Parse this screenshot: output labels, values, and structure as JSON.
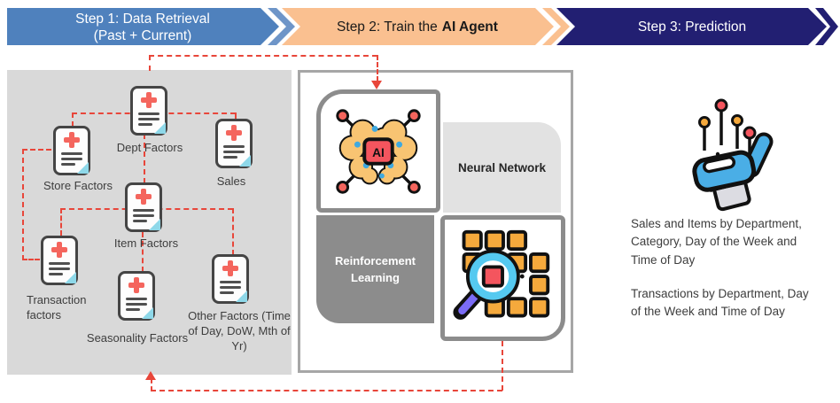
{
  "banners": {
    "step1_line1": "Step 1: Data Retrieval",
    "step1_line2": "(Past + Current)",
    "step2_prefix": "Step 2: Train the",
    "step2_bold": "AI Agent",
    "step3": "Step 3: Prediction"
  },
  "colors": {
    "step1_blue": "#4f81bd",
    "step1_tip_blue": "#6e95c8",
    "step2_orange": "#fac090",
    "step3_navy": "#221f72",
    "panel_gray": "#d9d9d9",
    "connector_red": "#e8463a",
    "reinforcement_gray": "#8c8c8c",
    "neural_label_gray": "#e2e2e2",
    "doc_cross_red": "#f4655d",
    "doc_fold_cyan": "#8ed8e9"
  },
  "retrieval": {
    "documents": [
      {
        "label": "Dept Factors"
      },
      {
        "label": "Store Factors"
      },
      {
        "label": "Sales"
      },
      {
        "label": "Item Factors"
      },
      {
        "label": "Transaction factors"
      },
      {
        "label": "Seasonality Factors"
      },
      {
        "label": "Other Factors (Time of Day, DoW, Mth of Yr)"
      }
    ]
  },
  "training": {
    "neural_network_label": "Neural Network",
    "reinforcement_label": "Reinforcement Learning",
    "ai_chip_label": "AI"
  },
  "prediction": {
    "paragraph1": "Sales and Items by Department, Category, Day of the Week and Time of Day",
    "paragraph2": "Transactions by Department, Day of the Week and Time of Day"
  }
}
